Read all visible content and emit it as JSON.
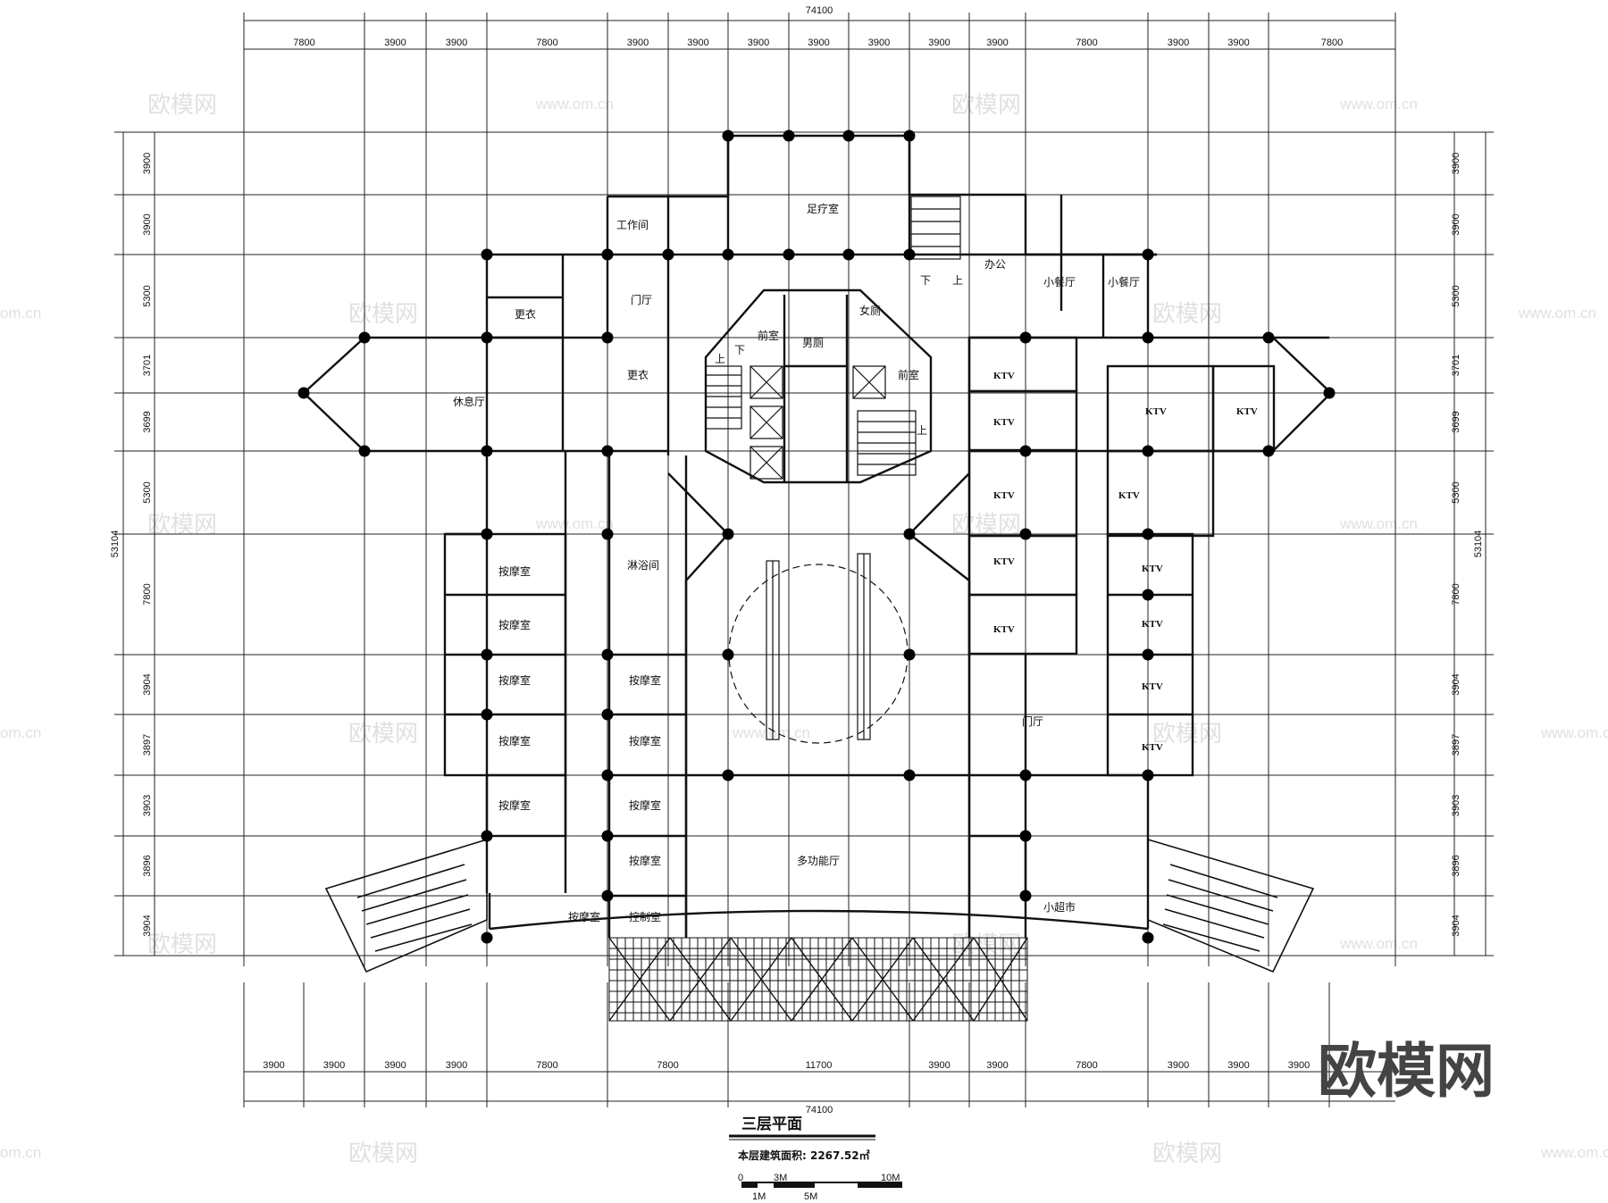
{
  "drawing": {
    "title": "三层平面",
    "area_text": "本层建筑面积: 2267.52㎡",
    "scale_labels": [
      "0",
      "3M",
      "10M",
      "1M",
      "5M"
    ]
  },
  "dimensions": {
    "top_total": "74100",
    "top_segments": [
      "7800",
      "3900",
      "3900",
      "7800",
      "3900",
      "3900",
      "3900",
      "3900",
      "3900",
      "3900",
      "3900",
      "7800",
      "3900",
      "3900",
      "7800"
    ],
    "bottom_total": "74100",
    "bottom_segments": [
      "3900",
      "3900",
      "3900",
      "3900",
      "7800",
      "7800",
      "11700",
      "3900",
      "3900",
      "7800",
      "3900",
      "3900",
      "3900"
    ],
    "side_total": "53104",
    "side_segments": [
      "3900",
      "3900",
      "5300",
      "3701",
      "3699",
      "5300",
      "7800",
      "3904",
      "3897",
      "3903",
      "3896",
      "3904"
    ]
  },
  "rooms": {
    "foot_spa": "足疗室",
    "workroom": "工作间",
    "office": "办公",
    "small_dining_1": "小餐厅",
    "small_dining_2": "小餐厅",
    "changing_1": "更衣",
    "foyer_top": "门厅",
    "womens_wc": "女厕",
    "mens_wc": "男厕",
    "anteroom_1": "前室",
    "anteroom_2": "前室",
    "changing_2": "更衣",
    "lounge": "休息厅",
    "shower": "淋浴间",
    "massage_l1": "按摩室",
    "massage_l2": "按摩室",
    "massage_l3": "按摩室",
    "massage_l4": "按摩室",
    "massage_l5": "按摩室",
    "massage_r1": "按摩室",
    "massage_r2": "按摩室",
    "massage_r3": "按摩室",
    "massage_r4": "按摩室",
    "massage_bottom": "按摩室",
    "control_room": "控制室",
    "multi_hall": "多功能厅",
    "foyer_right": "门厅",
    "mini_market": "小超市",
    "ktv_1": "KTV",
    "ktv_2": "KTV",
    "ktv_3": "KTV",
    "ktv_4": "KTV",
    "ktv_5": "KTV",
    "ktv_6": "KTV",
    "ktv_7": "KTV",
    "ktv_8": "KTV",
    "ktv_9": "KTV",
    "ktv_10": "KTV",
    "ktv_11": "KTV",
    "ktv_12": "KTV",
    "stair_up_1": "上",
    "stair_down_1": "下",
    "stair_up_2": "上",
    "stair_down_2": "下",
    "stair_up_3": "上"
  },
  "watermark": {
    "text": "欧模网",
    "url": "www.om.cn",
    "url_partial": "om.cn"
  }
}
